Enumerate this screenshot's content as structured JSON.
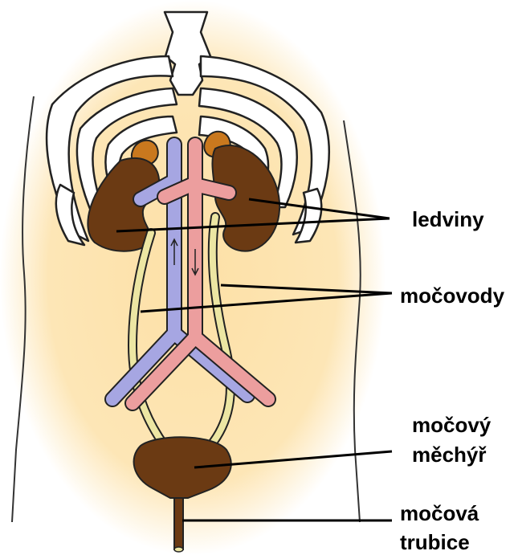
{
  "labels": {
    "kidneys": "ledviny",
    "ureters": "močovody",
    "bladder_line1": "močový",
    "bladder_line2": "měchýř",
    "urethra_line1": "močová",
    "urethra_line2": "trubice"
  },
  "colors": {
    "organ": "#6b3a13",
    "adrenal": "#c9781e",
    "vein": "#a6a6e2",
    "artery": "#ec9e9e",
    "ureter": "#ece6a3",
    "bone": "#ffffff",
    "skin_glow": "#fde0a6",
    "outline": "#222222"
  }
}
